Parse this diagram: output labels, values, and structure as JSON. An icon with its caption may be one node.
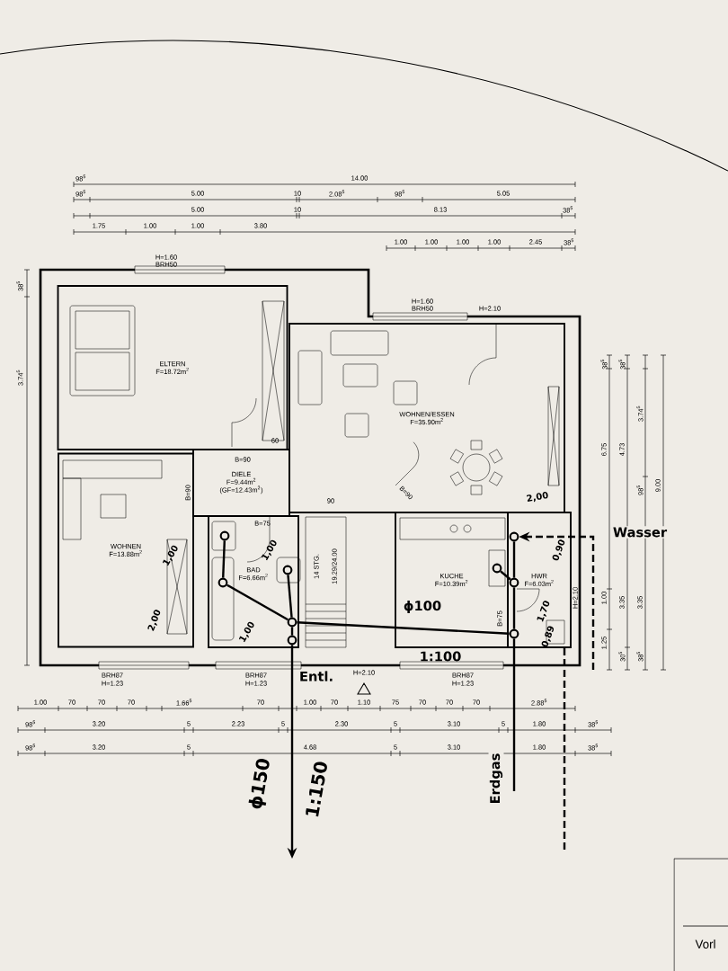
{
  "diagram": {
    "nodes": [
      {
        "text": [
          "ELTERN",
          "F=18.72m$^{2}$"
        ]
      },
      {
        "text": [
          "WOHNEN/ESSEN",
          "F=35.90m$^{2}$"
        ]
      },
      {
        "text": [
          "DIELE",
          "F=9.44m$^{2}$ (GF=12.43m$^{2}$)"
        ]
      },
      {
        "text": [
          "WOHNEN",
          "F=13.88m$^{2}$"
        ]
      },
      {
        "text": [
          "BAD",
          "F=6.66m$^{2}$"
        ]
      },
      {
        "text": [
          "KUCHE",
          "F=10.39m$^{2}$"
        ]
      },
      {
        "text": [
          "HWR",
          "F=6.03m$^{2}$"
        ]
      },
      {
        "text": [],
        "shape": "circle",
        "in": 4
      },
      {
        "text": [],
        "shape": "circle",
        "in": 4
      },
      {
        "text": [],
        "shape": "circle",
        "in": 4
      },
      {
        "text": [],
        "shape": "circle",
        "in": 4
      },
      {
        "text": [],
        "shape": "circle",
        "in": 4
      },
      {
        "text": [],
        "shape": "circle",
        "in": 5
      },
      {
        "text": [],
        "shape": "circle",
        "in": 6
      },
      {
        "text": [],
        "shape": "circle",
        "in": 6
      },
      {
        "text": [],
        "shape": "circle",
        "in": 6
      }
    ],
    "edges": [
      {
        "from": 7,
        "to": 8,
        "arrow": "none"
      },
      {
        "from": 8,
        "to": 10,
        "arrow": "none"
      },
      {
        "from": 9,
        "to": 10,
        "arrow": "none"
      },
      {
        "from": 10,
        "to": 11,
        "arrow": "none"
      },
      {
        "from": 10,
        "to": 15,
        "arrow": "none"
      },
      {
        "from": 12,
        "to": 14,
        "arrow": "none"
      },
      {
        "from": 14,
        "to": 13,
        "arrow": "none"
      },
      {
        "from": 14,
        "to": 15,
        "arrow": "none"
      },
      {
        "from": 11,
        "to": null,
        "arrow": "to",
        "label": "Entl."
      },
      {
        "from": null,
        "to": 13,
        "arrow": "to",
        "style": "dashed",
        "label": "Wasser"
      },
      {
        "from": 15,
        "to": null,
        "arrow": "none",
        "label": "Erdgas"
      },
      {
        "from": null,
        "to": 6,
        "arrow": "none",
        "style": "dashed"
      }
    ],
    "labels": [
      "98$^{5}$",
      "14.00",
      "98$^{5}$",
      "5.00",
      "10",
      "2.08$^{5}$",
      "98$^{5}$",
      "5.05",
      "5.00",
      "10",
      "8.13",
      "38$^{5}$",
      "1.75",
      "1.00",
      "1.00",
      "3.80",
      "1.00",
      "1.00",
      "1.00",
      "1.00",
      "2.45",
      "38$^{5}$",
      "38$^{5}$",
      "3.74$^{5}$",
      "H=1.60",
      "BRH50",
      "H=1.60",
      "BRH50",
      "H=2.10",
      "B=90",
      "60",
      "B=90",
      "B=90",
      "90",
      "B=75",
      "14 STG.",
      "19.29/24.00",
      "B=75",
      "H=2.10",
      "BRH87",
      "H=1.23",
      "BRH87",
      "H=1.23",
      "H=2.10",
      "BRH87",
      "H=1.23",
      "1.00",
      "70",
      "70",
      "70",
      "1.66$^{5}$",
      "70",
      "1.00",
      "70",
      "1.10",
      "75",
      "70",
      "70",
      "70",
      "2.88$^{5}$",
      "98$^{5}$",
      "3.20",
      "5",
      "2.23",
      "5",
      "2.30",
      "5",
      "3.10",
      "5",
      "1.80",
      "38$^{5}$",
      "98$^{5}$",
      "3.20",
      "5",
      "4.68",
      "5",
      "3.10",
      "1.80",
      "38$^{5}$",
      "38$^{5}$",
      "38$^{5}$",
      "6.75",
      "4.73",
      "3.74$^{5}$",
      "98$^{5}$",
      "9.00",
      "1.00",
      "3.35",
      "3.35",
      "1.25",
      "30$^{5}$",
      "38$^{5}$",
      "1,00",
      "2,00",
      "1,00",
      "1,00",
      "2,00",
      "0,90",
      "1,70",
      "0,89",
      "ϕ100",
      "1:100",
      "ϕ150",
      "1:150",
      "Vorl"
    ]
  }
}
